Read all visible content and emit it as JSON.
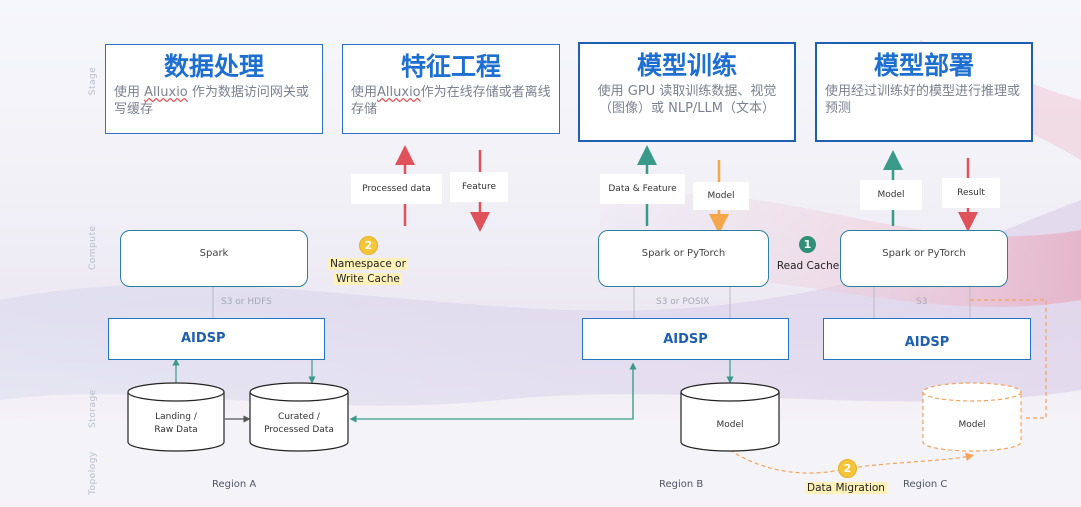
{
  "layers": {
    "stage": "Stage",
    "compute": "Compute",
    "storage": "Storage",
    "topology": "Topology"
  },
  "stages": [
    {
      "title": "数据处理",
      "desc_pre": "使用 ",
      "desc_mid": "Alluxio",
      "desc_post": " 作为数据访问网关或写缓存"
    },
    {
      "title": "特征工程",
      "desc_pre": "使用",
      "desc_mid": "Alluxio",
      "desc_post": "作为在线存储或者离线存储"
    },
    {
      "title": "模型训练",
      "desc": "使用 GPU 读取训练数据、视觉（图像）或 NLP/LLM（文本）"
    },
    {
      "title": "模型部署",
      "desc": "使用经过训练好的模型进行推理或预测"
    }
  ],
  "tags": {
    "processed_data": "Processed data",
    "feature": "Feature",
    "data_feature": "Data & Feature",
    "model_b": "Model",
    "model_c": "Model",
    "result": "Result"
  },
  "compute": {
    "a": "Spark",
    "b": "Spark or PyTorch",
    "c": "Spark or PyTorch"
  },
  "connectors": {
    "a": "S3 or HDFS",
    "b": "S3 or POSIX",
    "c": "S3"
  },
  "aidsp": {
    "a": "AIDSP",
    "b": "AIDSP",
    "c": "AIDSP"
  },
  "storage": {
    "landing_line1": "Landing /",
    "landing_line2": "Raw Data",
    "curated_line1": "Curated /",
    "curated_line2": "Processed Data",
    "model_b": "Model",
    "model_c": "Model"
  },
  "regions": {
    "a": "Region A",
    "b": "Region B",
    "c": "Region C"
  },
  "notes": {
    "badge_namespace": "2",
    "namespace_line1": "Namespace or",
    "namespace_line2": "Write Cache",
    "badge_read_cache": "1",
    "read_cache": "Read Cache",
    "badge_migration": "2",
    "migration": "Data Migration"
  },
  "colors": {
    "accent_blue": "#1d6fd1",
    "arrow_red": "#e0525a",
    "arrow_teal": "#3a9a8a",
    "arrow_orange": "#f4a64a",
    "migration_orange": "#f5a25a"
  }
}
